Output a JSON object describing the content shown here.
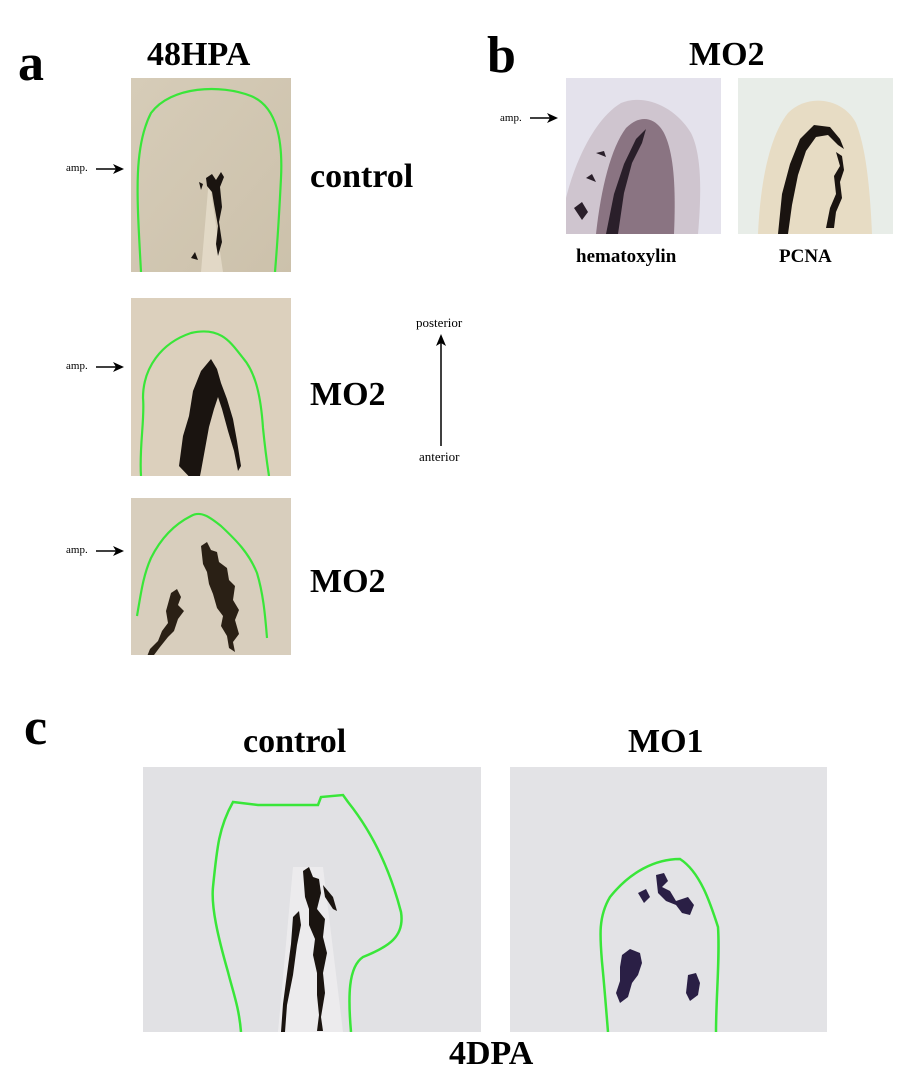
{
  "panel_a": {
    "letter": "a",
    "title": "48HPA",
    "rows": [
      {
        "label": "control",
        "marker": "amp."
      },
      {
        "label": "MO2",
        "marker": "amp."
      },
      {
        "label": "MO2",
        "marker": "amp."
      }
    ],
    "axis": {
      "top": "posterior",
      "bottom": "anterior"
    }
  },
  "panel_b": {
    "letter": "b",
    "title": "MO2",
    "marker": "amp.",
    "captions": [
      "hematoxylin",
      "PCNA"
    ]
  },
  "panel_c": {
    "letter": "c",
    "columns": [
      "control",
      "MO1"
    ],
    "footer": "4DPA"
  },
  "colors": {
    "outline": "#39e639",
    "stain": "#1a1410",
    "stain_purple": "#2a1f45",
    "tan_bg": "#d9d0bd",
    "gray_bg": "#e3e3e6"
  }
}
